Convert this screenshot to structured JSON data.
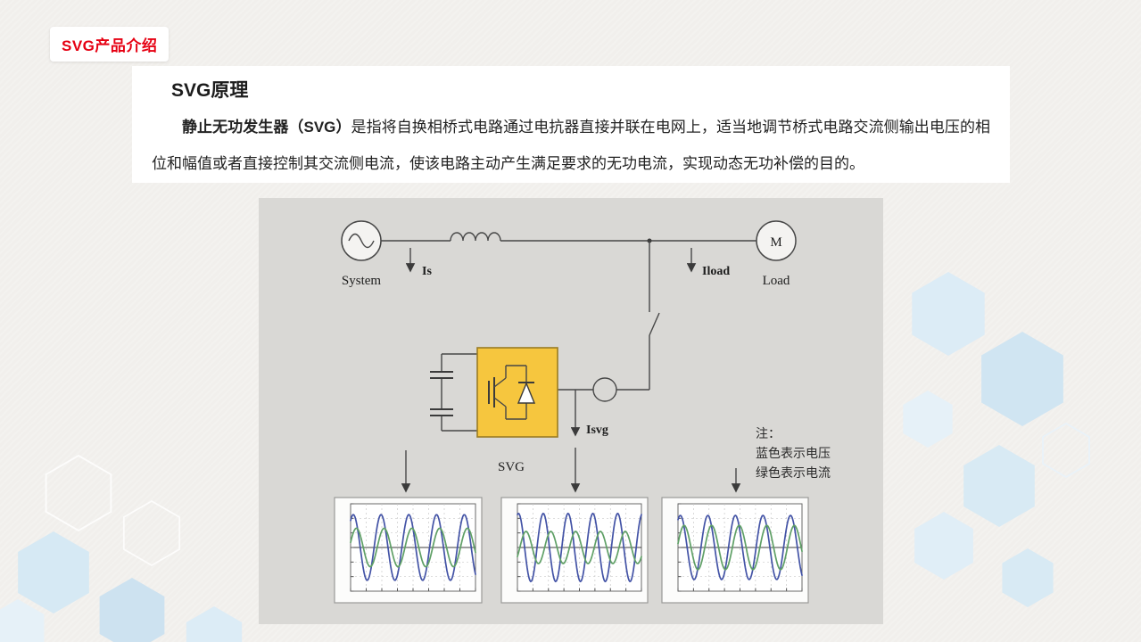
{
  "slide": {
    "page_label": "SVG产品介绍",
    "accent_red": "#e60012"
  },
  "content": {
    "title": "SVG原理",
    "paragraph_bold": "静止无功发生器（SVG）",
    "paragraph_rest": "是指将自换相桥式电路通过电抗器直接并联在电网上，适当地调节桥式电路交流侧输出电压的相位和幅值或者直接控制其交流侧电流，使该电路主动产生满足要求的无功电流，实现动态无功补偿的目的。"
  },
  "diagram": {
    "labels": {
      "system": "System",
      "is": "Is",
      "iload": "Iload",
      "load": "Load",
      "motor": "M",
      "svg": "SVG",
      "isvg": "Isvg"
    },
    "note": {
      "title": "注：",
      "line1": "蓝色表示电压",
      "line2": "绿色表示电流"
    },
    "colors": {
      "converter_yellow": "#f6c63e",
      "voltage_blue": "#4353a6",
      "current_green": "#5fa066"
    }
  },
  "chart_data": [
    {
      "type": "line",
      "title": "",
      "x_range": [
        0,
        1
      ],
      "ylim": [
        -1,
        1
      ],
      "grid": true,
      "series": [
        {
          "name": "电压(蓝)",
          "color": "#4353a6",
          "amplitude": 0.82,
          "cycles": 4.5,
          "phase_deg": 55
        },
        {
          "name": "电流(绿)",
          "color": "#5fa066",
          "amplitude": 0.48,
          "cycles": 4.5,
          "phase_deg": 15
        }
      ]
    },
    {
      "type": "line",
      "title": "",
      "x_range": [
        0,
        1
      ],
      "ylim": [
        -1,
        1
      ],
      "grid": true,
      "series": [
        {
          "name": "电压(蓝)",
          "color": "#4353a6",
          "amplitude": 0.85,
          "cycles": 5,
          "phase_deg": 75
        },
        {
          "name": "电流(绿)",
          "color": "#5fa066",
          "amplitude": 0.4,
          "cycles": 5,
          "phase_deg": -35
        }
      ]
    },
    {
      "type": "line",
      "title": "",
      "x_range": [
        0,
        1
      ],
      "ylim": [
        -1,
        1
      ],
      "grid": true,
      "series": [
        {
          "name": "电压(蓝)",
          "color": "#4353a6",
          "amplitude": 0.8,
          "cycles": 4.5,
          "phase_deg": 60
        },
        {
          "name": "电流(绿)",
          "color": "#5fa066",
          "amplitude": 0.55,
          "cycles": 4.5,
          "phase_deg": 10
        }
      ]
    }
  ]
}
